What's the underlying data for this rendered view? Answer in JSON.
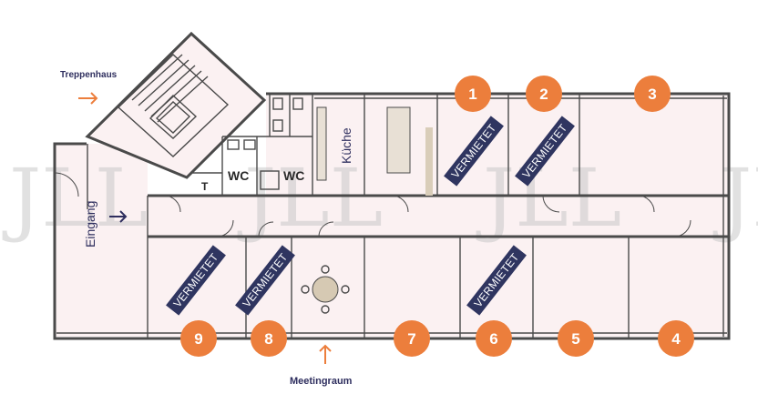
{
  "labels": {
    "staircase": "Treppenhaus",
    "entrance": "Eingang",
    "kitchen": "Küche",
    "wc_left": "WC",
    "wc_right": "WC",
    "t": "T",
    "meeting_room": "Meetingraum"
  },
  "rented_label": "VERMIETET",
  "rented": [
    {
      "id": "r1",
      "text": "VERMIETET"
    },
    {
      "id": "r2",
      "text": "VERMIETET"
    },
    {
      "id": "r9",
      "text": "VERMIETET"
    },
    {
      "id": "r8",
      "text": "VERMIETET"
    },
    {
      "id": "r6",
      "text": "VERMIETET"
    }
  ],
  "units": [
    "1",
    "2",
    "3",
    "4",
    "5",
    "6",
    "7",
    "8",
    "9"
  ],
  "watermark": "JLL",
  "colors": {
    "badge": "#ec7e3c",
    "rented_box": "#2f3560",
    "room_fill": "#fbf1f2",
    "wall": "#4a4a4a",
    "label_text": "#2e2e5e"
  }
}
